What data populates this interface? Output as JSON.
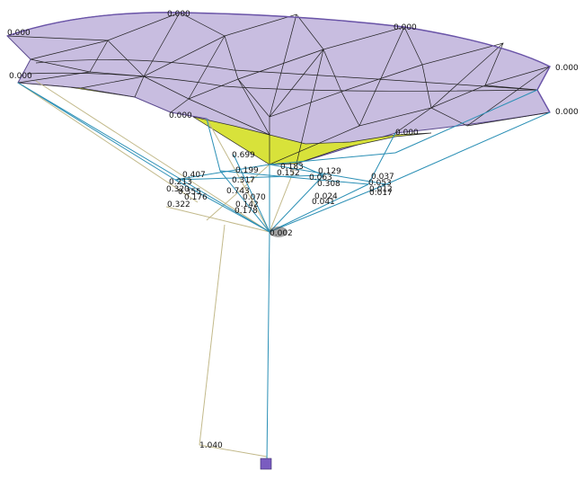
{
  "colors": {
    "canopy_fill": "#c8bde0",
    "canopy_edge": "#222222",
    "canopy_rim": "#6a54a8",
    "underside_fill": "#d8e23a",
    "cable_main": "#2a8fb5",
    "cable_tan": "#c2b98a",
    "anchor": "#7a5cc0"
  },
  "labels": {
    "rim_top": "0.000",
    "rim_top_left": "0.000",
    "rim_top_right": "0.000",
    "rim_right": "0.000",
    "rim_right_low": "0.000",
    "rim_left": "0.000",
    "rim_left_inner": "0.000",
    "rim_inner_right": "0.000",
    "c1": "0.699",
    "c2": "0.407",
    "c3": "0.213",
    "c4": "0.320",
    "c5": "0.355",
    "c6": "0.176",
    "c7": "0.322",
    "c8": "0.199",
    "c9": "0.317",
    "c10": "0.743",
    "c11": "0.070",
    "c12": "0.142",
    "c13": "0.178",
    "c14": "0.183",
    "c15": "0.152",
    "c16": "0.129",
    "c17": "0.063",
    "c18": "0.308",
    "c19": "0.024",
    "c20": "0.041",
    "c21": "0.037",
    "c22": "0.053",
    "c23": "0.012",
    "c24": "0.017",
    "hub": "0.002",
    "bottom": "1.040"
  }
}
